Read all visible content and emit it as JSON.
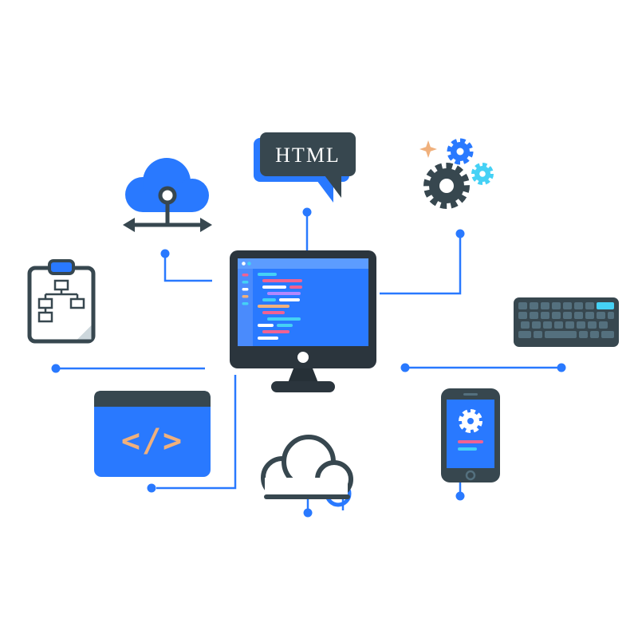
{
  "illustration": {
    "name": "web-development-flat-illustration",
    "background": "#FFFFFF",
    "palette": {
      "blue": "#2979FF",
      "dark_slate": "#37474F",
      "cyan": "#45D1F5",
      "pink": "#F06292",
      "tan": "#F0B07C",
      "purple": "#B388FF",
      "key_gray": "#54707E",
      "white": "#FFFFFF"
    },
    "labels": {
      "html_bubble": "HTML",
      "code_window": "</>"
    },
    "nodes": [
      {
        "id": "cloud-share",
        "icon": "cloud-network-icon"
      },
      {
        "id": "html-bubble",
        "icon": "html-speech-bubble-icon",
        "label": "HTML"
      },
      {
        "id": "gears",
        "icon": "gears-icon"
      },
      {
        "id": "clipboard-flowchart",
        "icon": "clipboard-flowchart-icon"
      },
      {
        "id": "monitor-code-editor",
        "icon": "desktop-monitor-code-icon"
      },
      {
        "id": "keyboard",
        "icon": "keyboard-icon"
      },
      {
        "id": "code-window",
        "icon": "code-window-icon",
        "label": "</>"
      },
      {
        "id": "cloud-outline",
        "icon": "cloud-outline-icon"
      },
      {
        "id": "smartphone-settings",
        "icon": "smartphone-gear-icon"
      }
    ],
    "connector": {
      "color": "#2979FF"
    }
  }
}
